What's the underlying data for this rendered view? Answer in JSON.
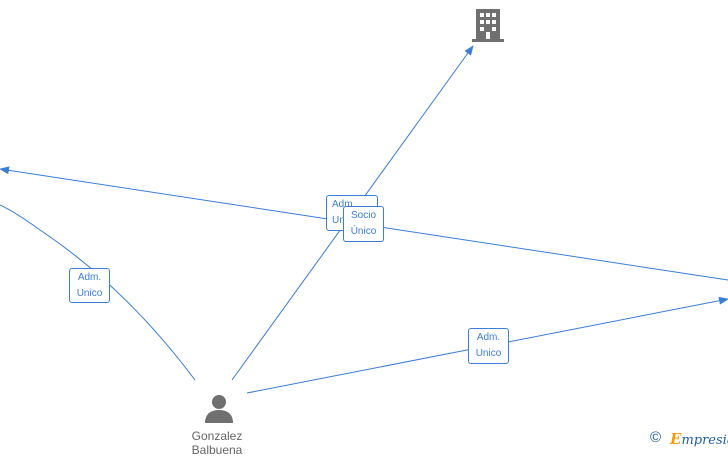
{
  "colors": {
    "edge": "#3b7dd8",
    "icon": "#707070",
    "node_text": "#666666",
    "brand_e": "#f39c12",
    "brand_text": "#1e5fa8"
  },
  "nodes": {
    "company": {
      "icon": "building-icon"
    },
    "person": {
      "icon": "person-icon",
      "name": "Gonzalez",
      "name2": "Balbuena"
    }
  },
  "edges": [
    {
      "from": "person",
      "to": "company",
      "label_line1": "Adm.",
      "label_line2": "Unico"
    },
    {
      "from": "person",
      "to": "left-offscreen-node",
      "label_line1": "Adm.",
      "label_line2": "Unico"
    },
    {
      "from": "person",
      "to": "right-offscreen-node",
      "label_line1": "Adm.",
      "label_line2": "Unico"
    },
    {
      "from": "right-offscreen-node",
      "to": "left-offscreen-node",
      "label_line1": "Socio",
      "label_line2": "Único"
    }
  ],
  "footer": {
    "copyright": "©",
    "brand_e": "E",
    "brand_rest": "mpresia"
  }
}
